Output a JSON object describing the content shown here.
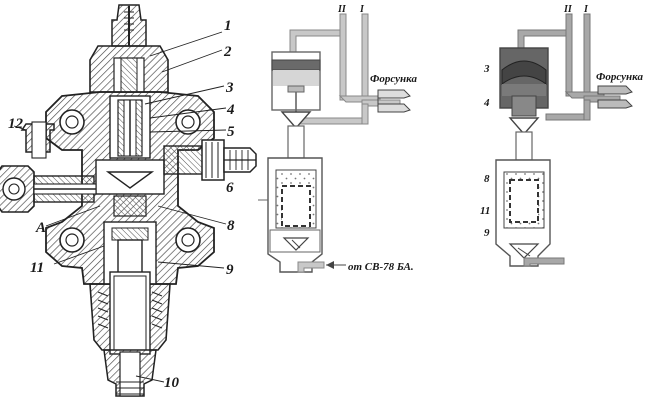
{
  "assembly_view": {
    "callouts": [
      "1",
      "2",
      "3",
      "4",
      "5",
      "6",
      "8",
      "9",
      "10",
      "11",
      "12",
      "A"
    ]
  },
  "schematic_1": {
    "port_left": "II",
    "port_right": "I",
    "nozzle_label": "Форсунка",
    "inlet_label": "от  СВ-78 БА."
  },
  "schematic_2": {
    "port_left": "II",
    "port_right": "I",
    "nozzle_label": "Форсунка",
    "callouts": [
      "3",
      "4",
      "8",
      "11",
      "9"
    ]
  },
  "colors": {
    "ink": "#1a1a1a",
    "duct_gray": "#b4b4b4",
    "dark_gray": "#5a5a5a",
    "hatch": "#444444"
  }
}
